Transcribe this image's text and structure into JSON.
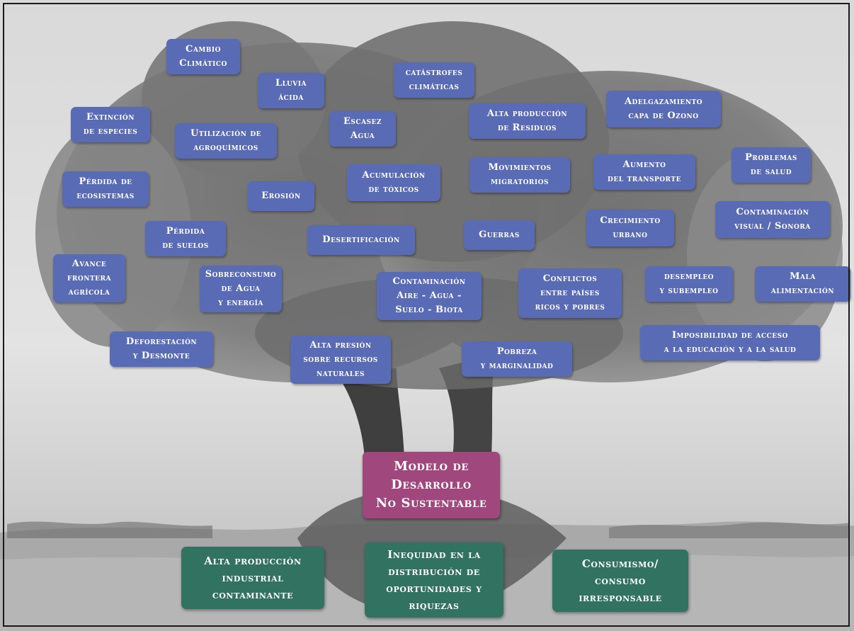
{
  "colors": {
    "effect_box": "#5a6bb5",
    "cause_box": "#327261",
    "center_box": "#a0487e",
    "text": "#ffffff"
  },
  "center": {
    "text": "Modelo de\nDesarrollo\nNo Sustentable"
  },
  "roots": [
    {
      "text": "Alta producción\nindustrial\ncontaminante"
    },
    {
      "text": "Inequidad en la\ndistribución de\noportunidades y\nriquezas"
    },
    {
      "text": "Consumismo/\nconsumo\nirresponsable"
    }
  ],
  "effects": [
    {
      "text": "Cambio\nClimático"
    },
    {
      "text": "Lluvia\nácida"
    },
    {
      "text": "catástrofes\nclimáticas"
    },
    {
      "text": "Adelgazamiento\ncapa de Ozono"
    },
    {
      "text": "Extinción\nde especies"
    },
    {
      "text": "Utilización de\nagroquímicos"
    },
    {
      "text": "Escasez\nAgua"
    },
    {
      "text": "Alta producción\nde Residuos"
    },
    {
      "text": "Problemas\nde salud"
    },
    {
      "text": "Pérdida de\necosistemas"
    },
    {
      "text": "Erosión"
    },
    {
      "text": "Acumulación\nde tóxicos"
    },
    {
      "text": "Movimientos\nmigratorios"
    },
    {
      "text": "Aumento\ndel transporte"
    },
    {
      "text": "Contaminación\nvisual / Sonora"
    },
    {
      "text": "Pérdida\nde suelos"
    },
    {
      "text": "Desertificación"
    },
    {
      "text": "Guerras"
    },
    {
      "text": "Crecimiento\nurbano"
    },
    {
      "text": "Avance\nfrontera\nagrícola"
    },
    {
      "text": "Sobreconsumo\nde Agua\ny energía"
    },
    {
      "text": "Contaminación\nAire - Agua -\nSuelo - Biota"
    },
    {
      "text": "Conflictos\nentre países\nricos y pobres"
    },
    {
      "text": "desempleo\ny subempleo"
    },
    {
      "text": "Mala\nalimentación"
    },
    {
      "text": "Imposibilidad de acceso\na la educación y a la salud"
    },
    {
      "text": "Deforestación\ny Desmonte"
    },
    {
      "text": "Alta presión\nsobre recursos\nnaturales"
    },
    {
      "text": "Pobreza\ny marginalidad"
    }
  ]
}
